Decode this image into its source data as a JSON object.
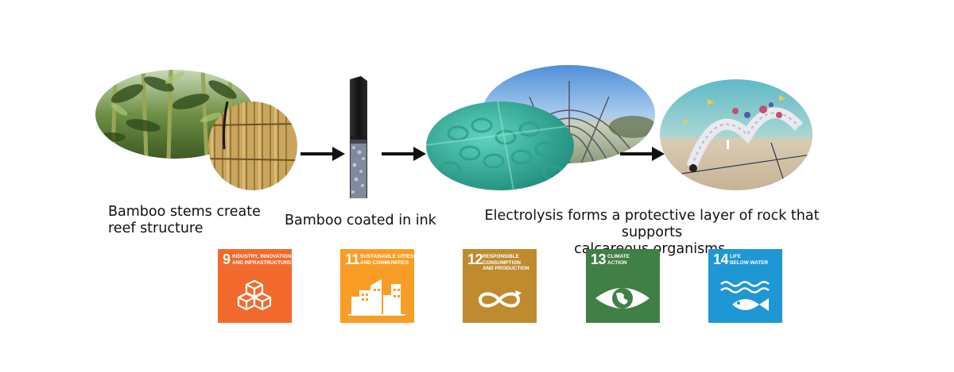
{
  "steps": [
    {
      "caption_line1": "Bamboo stems create",
      "caption_line2": "reef structure"
    },
    {
      "caption_line1": "Bamboo coated in ink"
    },
    {
      "caption_line1": "Electrolysis forms a protective layer of rock that supports",
      "caption_line2": "calcareous organisms."
    }
  ],
  "sdgs": [
    {
      "number": "9",
      "label": "INDUSTRY, INNOVATION\nAND INFRASTRUCTURE",
      "color": "#F26A2D",
      "icon": "cubes-icon"
    },
    {
      "number": "11",
      "label": "SUSTAINABLE CITIES\nAND COMMUNITIES",
      "color": "#F99D26",
      "icon": "city-buildings-icon"
    },
    {
      "number": "12",
      "label": "RESPONSIBLE\nCONSUMPTION\nAND PRODUCTION",
      "color": "#BF8B2E",
      "icon": "infinity-loop-icon"
    },
    {
      "number": "13",
      "label": "CLIMATE\nACTION",
      "color": "#407F46",
      "icon": "eye-globe-icon"
    },
    {
      "number": "14",
      "label": "LIFE\nBELOW WATER",
      "color": "#1F97D4",
      "icon": "fish-waves-icon"
    }
  ]
}
